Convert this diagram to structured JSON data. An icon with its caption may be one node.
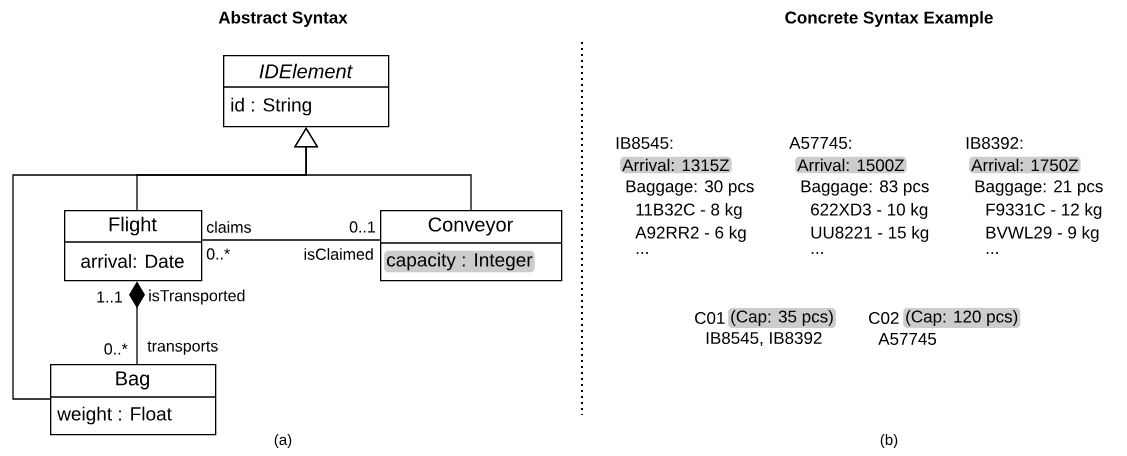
{
  "diagram": {
    "nodes": [
      {
        "text": [
          "IDElement",
          "id : String"
        ]
      },
      {
        "text": [
          "Flight",
          "arrival: Date"
        ]
      },
      {
        "text": [
          "Conveyor",
          "capacity : Integer"
        ]
      },
      {
        "text": [
          "Bag",
          "weight : Float"
        ]
      }
    ],
    "edges": [
      {
        "from": 1,
        "to": 0,
        "arrow": "to"
      },
      {
        "from": 2,
        "to": 0,
        "arrow": "to"
      },
      {
        "from": 3,
        "to": 0,
        "arrow": "to"
      },
      {
        "from": 1,
        "to": 2,
        "arrow": "none"
      },
      {
        "from": 1,
        "to": 3,
        "arrow": "other"
      }
    ],
    "labels": [
      "Abstract Syntax",
      "Concrete Syntax Example",
      "claims",
      "0..1",
      "0..*",
      "isClaimed",
      "1..1",
      "isTransported",
      "0..*",
      "transports",
      "IB8545:",
      "A57745:",
      "IB8392:",
      "Arrival: 1315Z",
      "Arrival: 1500Z",
      "Arrival: 1750Z",
      "Baggage: 30 pcs",
      "Baggage: 83 pcs",
      "Baggage: 21 pcs",
      "11B32C - 8 kg",
      "622XD3 - 10 kg",
      "F9331C - 12 kg",
      "A92RR2 - 6 kg",
      "UU8221 - 15 kg",
      "BVWL29 - 9 kg",
      "...",
      "...",
      "...",
      "C01",
      "(Cap: 35 pcs)",
      "C02",
      "(Cap: 120 pcs)",
      "IB8545, IB8392",
      "A57745",
      "(a)",
      "(b)"
    ]
  }
}
